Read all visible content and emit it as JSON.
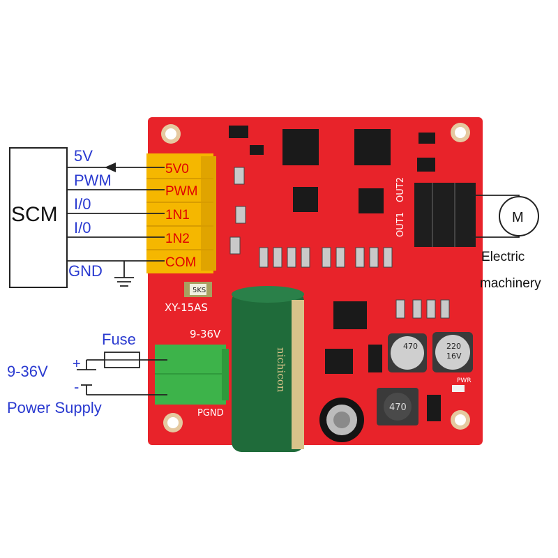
{
  "controller": {
    "label": "SCM"
  },
  "signals": {
    "v5": "5V",
    "pwm": "PWM",
    "io1": "I/0",
    "io2": "I/0",
    "gnd": "GND"
  },
  "terminal_pins": [
    "5V0",
    "PWM",
    "1N1",
    "1N2",
    "COM"
  ],
  "motor": {
    "symbol": "M",
    "label_line1": "Electric",
    "label_line2": "machinery"
  },
  "power": {
    "fuse": "Fuse",
    "voltage": "9-36V",
    "plus": "+",
    "minus": "-",
    "supply": "Power Supply"
  },
  "board": {
    "model": "XY-15AS",
    "input_range": "9-36V",
    "pgnd": "PGND",
    "out1": "OUT1",
    "out2": "OUT2",
    "pwr": "PWR",
    "cap_big_brand": "nichicon",
    "cap_small_1": "470",
    "cap_small_2": "220",
    "cap_small_3": "16V",
    "inductor": "470",
    "fuse_chip": "5KS"
  },
  "colors": {
    "board": "#e8232a",
    "terminal_yellow": "#f5b700",
    "terminal_green": "#3db34a",
    "wire_blue": "#2a3ad0",
    "pin_label_red": "#e00000",
    "capacitor_green": "#1f6b3a"
  }
}
